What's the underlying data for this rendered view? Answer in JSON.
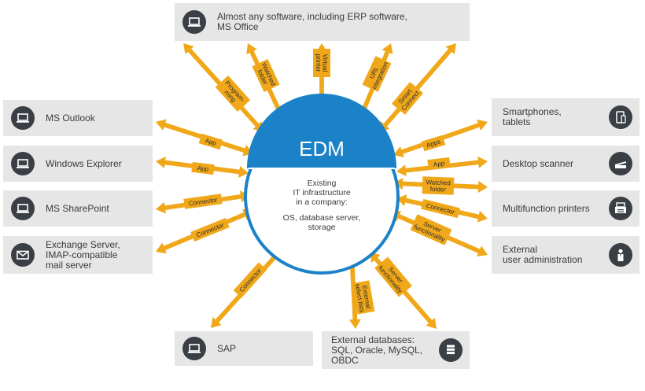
{
  "center": {
    "title": "EDM",
    "text_lines": [
      "Existing",
      "IT infrastructure",
      "in a company:",
      "OS, database server,",
      "storage"
    ]
  },
  "colors": {
    "arrow": "#f0a81a",
    "circle_blue": "#1b82c8",
    "box_bg": "#e6e6e6",
    "icon_bg": "#3a3f45"
  },
  "boxes": {
    "top": {
      "label": "Almost any software, including ERP software,\nMS Office",
      "icon": "laptop-icon"
    },
    "outlook": {
      "label": "MS Outlook",
      "icon": "laptop-icon"
    },
    "explorer": {
      "label": "Windows Explorer",
      "icon": "laptop-icon"
    },
    "sharepoint": {
      "label": "MS SharePoint",
      "icon": "laptop-icon"
    },
    "exchange": {
      "label": "Exchange Server,\nIMAP-compatible\nmail server",
      "icon": "envelope-icon"
    },
    "sap": {
      "label": "SAP",
      "icon": "laptop-icon"
    },
    "databases": {
      "label": "External databases:\nSQL, Oracle, MySQL,\nOBDC",
      "icon": "database-icon"
    },
    "smartphones": {
      "label": "Smartphones,\ntablets",
      "icon": "phone-tablet-icon"
    },
    "scanner": {
      "label": "Desktop scanner",
      "icon": "scanner-icon"
    },
    "mfp": {
      "label": "Multifunction printers",
      "icon": "printer-icon"
    },
    "useradmin": {
      "label": "External\nuser administration",
      "icon": "user-icon"
    }
  },
  "arrow_labels": {
    "programming": [
      "Program-",
      "ming"
    ],
    "watched_top": [
      "Watched",
      "folder"
    ],
    "virtual_printer": [
      "Virtual",
      "printer"
    ],
    "url_integration": [
      "URL",
      "integration"
    ],
    "smart_connect": [
      "Smart",
      "Connect"
    ],
    "app_outlook": [
      "App"
    ],
    "app_explorer": [
      "App"
    ],
    "connector_sharepoint": [
      "Connector"
    ],
    "connector_exchange": [
      "Connector"
    ],
    "connector_sap": [
      "Connector"
    ],
    "external_select": [
      "External",
      "select lists"
    ],
    "server_func_bottom": [
      "Server",
      "functionality"
    ],
    "apps_right": [
      "Apps"
    ],
    "app_right": [
      "App"
    ],
    "watched_right": [
      "Watched",
      "folder"
    ],
    "connector_right": [
      "Connector"
    ],
    "server_func_right": [
      "Server",
      "functionality"
    ]
  }
}
